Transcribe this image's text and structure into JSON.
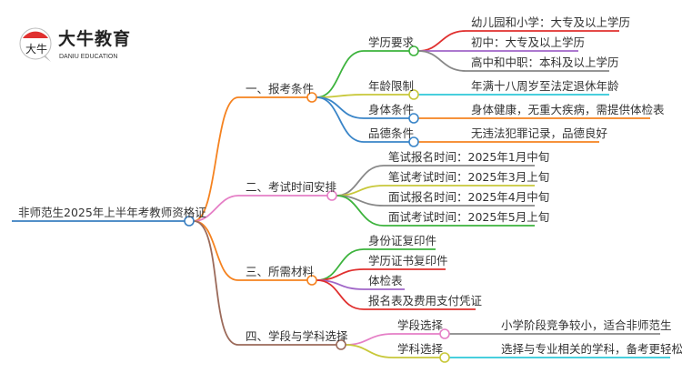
{
  "logo": {
    "name": "大牛教育",
    "subtitle": "DANIU EDUCATION",
    "mark_text": "大牛"
  },
  "colors": {
    "root": "#3a7fc1",
    "orange": "#f5821f",
    "pink": "#e57fc6",
    "brown": "#9b6a5a",
    "green": "#3db33d",
    "olive": "#c8c83a",
    "blue": "#3a85c8",
    "red": "#e0302f",
    "purple": "#a066c8",
    "gray": "#888888",
    "cyan": "#2ec8d8"
  },
  "root": "非师范生2025年上半年考教师资格证",
  "branches": [
    {
      "label": "一、报考条件",
      "children": [
        {
          "label": "学历要求",
          "items": [
            "幼儿园和小学：大专及以上学历",
            "初中：大专及以上学历",
            "高中和中职：本科及以上学历"
          ]
        },
        {
          "label": "年龄限制",
          "items": [
            "年满十八周岁至法定退休年龄"
          ]
        },
        {
          "label": "身体条件",
          "items": [
            "身体健康，无重大疾病，需提供体检表"
          ]
        },
        {
          "label": "品德条件",
          "items": [
            "无违法犯罪记录，品德良好"
          ]
        }
      ]
    },
    {
      "label": "二、考试时间安排",
      "items": [
        "笔试报名时间：2025年1月中旬",
        "笔试考试时间：2025年3月上旬",
        "面试报名时间：2025年4月中旬",
        "面试考试时间：2025年5月上旬"
      ]
    },
    {
      "label": "三、所需材料",
      "items": [
        "身份证复印件",
        "学历证书复印件",
        "体检表",
        "报名表及费用支付凭证"
      ]
    },
    {
      "label": "四、学段与学科选择",
      "children": [
        {
          "label": "学段选择",
          "items": [
            "小学阶段竞争较小，适合非师范生"
          ]
        },
        {
          "label": "学科选择",
          "items": [
            "选择与专业相关的学科，备考更轻松"
          ]
        }
      ]
    }
  ]
}
